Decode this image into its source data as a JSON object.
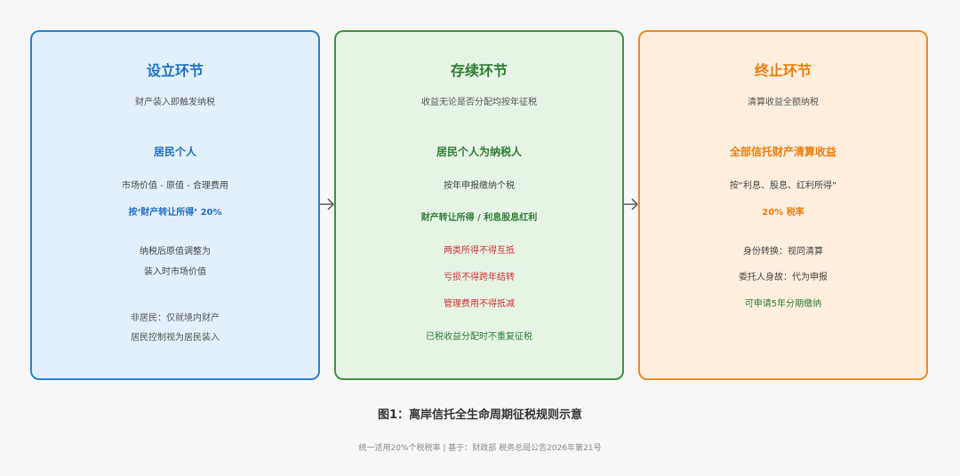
{
  "stages": [
    {
      "title": "设立环节",
      "subtitle": "财产装入即触发纳税",
      "heading": "居民个人",
      "lines": [
        "市场价值 - 原值 - 合理费用",
        "按‘财产转让所得’ 20%",
        "纳税后原值调整为",
        "装入时市场价值",
        "非居民：仅就境内财产",
        "居民控制视为居民装入"
      ]
    },
    {
      "title": "存续环节",
      "subtitle": "收益无论是否分配均按年征税",
      "heading": "居民个人为纳税人",
      "lines": [
        "按年申报缴纳个税",
        "财产转让所得 / 利息股息红利",
        "两类所得不得互抵",
        "亏损不得跨年结转",
        "管理费用不得抵减",
        "已税收益分配时不重复征税"
      ]
    },
    {
      "title": "终止环节",
      "subtitle": "清算收益全额纳税",
      "heading": "全部信托财产清算收益",
      "lines": [
        "按“利息、股息、红利所得”",
        "20% 税率",
        "身份转换：视同清算",
        "委托人身故：代为申报",
        "可申请5年分期缴纳"
      ]
    }
  ],
  "caption": "图1：离岸信托全生命周期征税规则示意",
  "footnote": "统一适用20%个税税率 | 基于：财政部 税务总局公告2026年第21号",
  "colors": {
    "blue": "#2a7fd6",
    "green": "#3e9340",
    "orange": "#f08a1e",
    "red": "#d32f2f",
    "arrow": "#666666"
  },
  "icons": [
    "arrow-right-icon",
    "arrow-right-icon"
  ]
}
